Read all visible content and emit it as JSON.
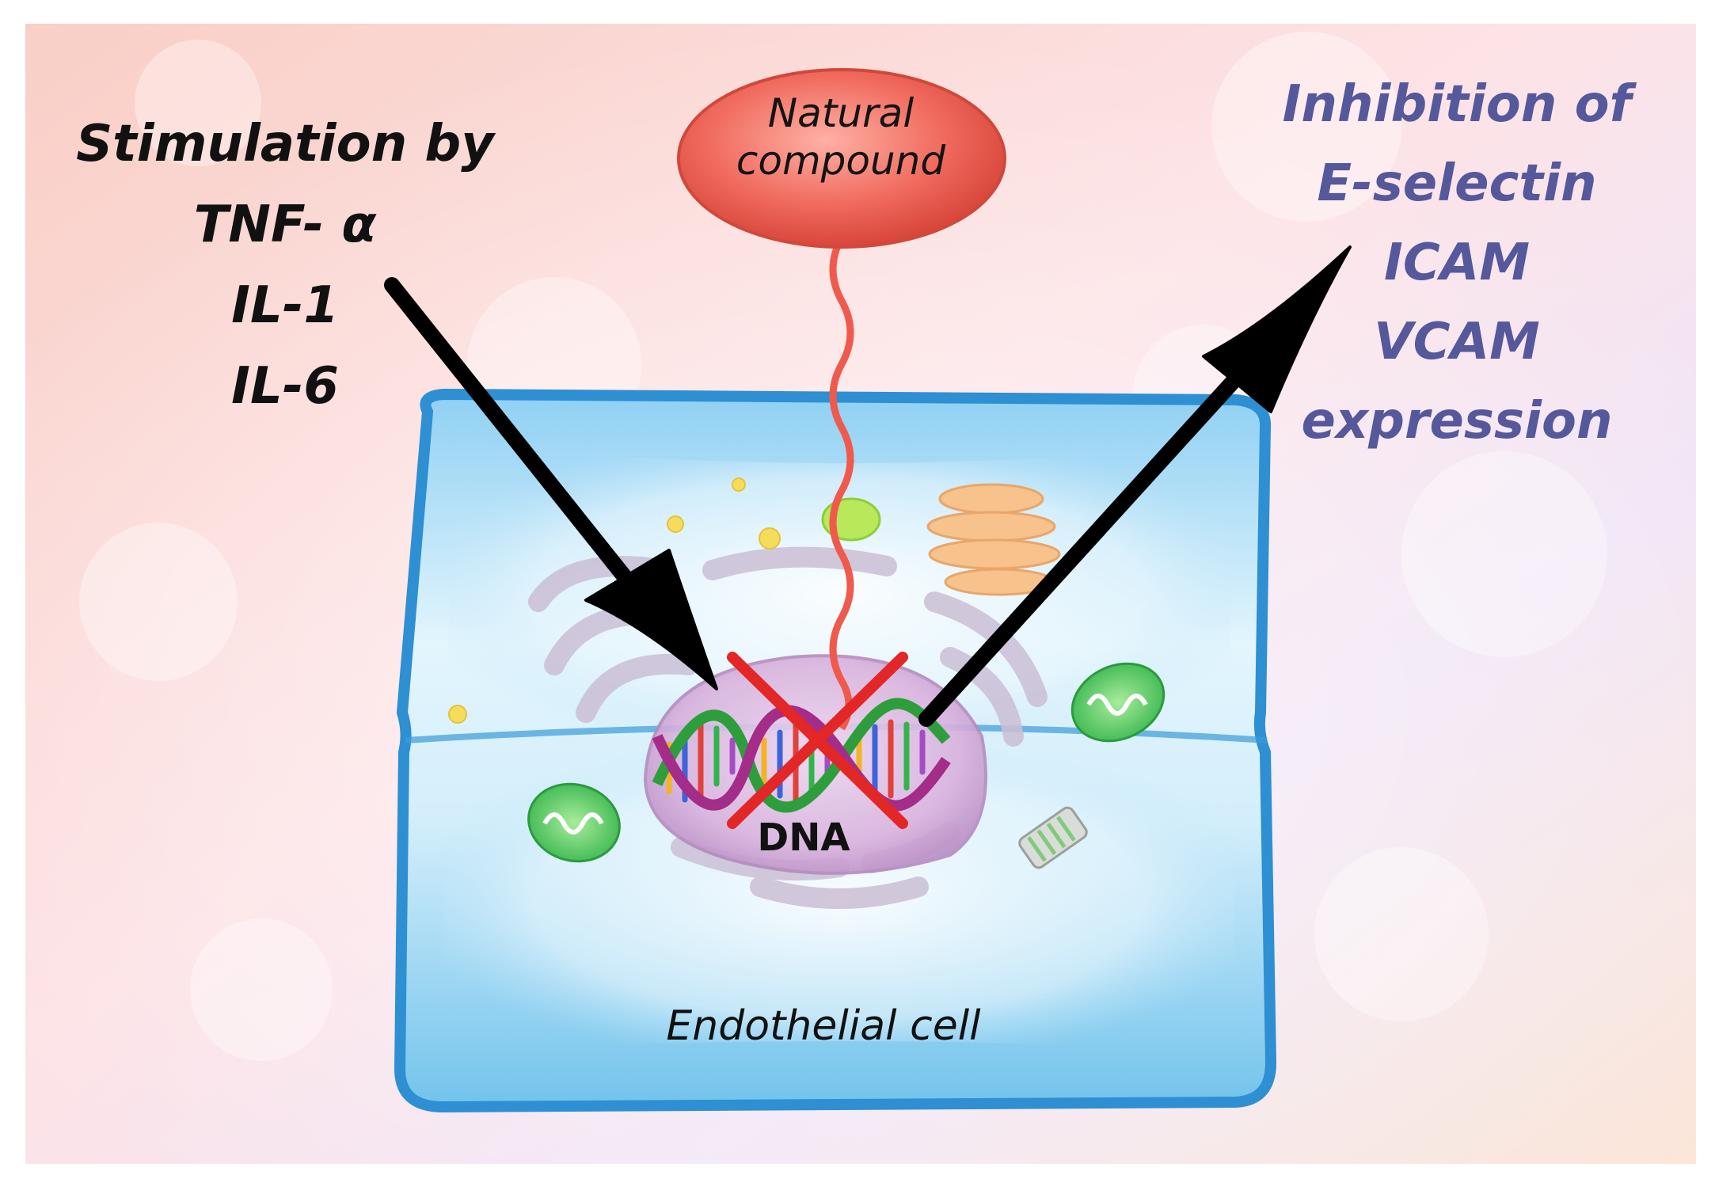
{
  "diagram": {
    "stimulation": {
      "lines": [
        "Stimulation by",
        "TNF- α",
        "IL-1",
        "IL-6"
      ]
    },
    "compound": {
      "lines": [
        "Natural",
        "compound"
      ]
    },
    "inhibition": {
      "lines": [
        "Inhibition of",
        "E-selectin",
        "ICAM",
        "VCAM",
        "expression"
      ]
    },
    "dna_label": "DNA",
    "cell_label": "Endothelial cell"
  },
  "colors": {
    "inhibition_text": "#55589a",
    "compound_fill": "#ec5a4e",
    "cross": "#e32626",
    "cell_border": "#2e8fd2",
    "arrow": "#000000"
  }
}
